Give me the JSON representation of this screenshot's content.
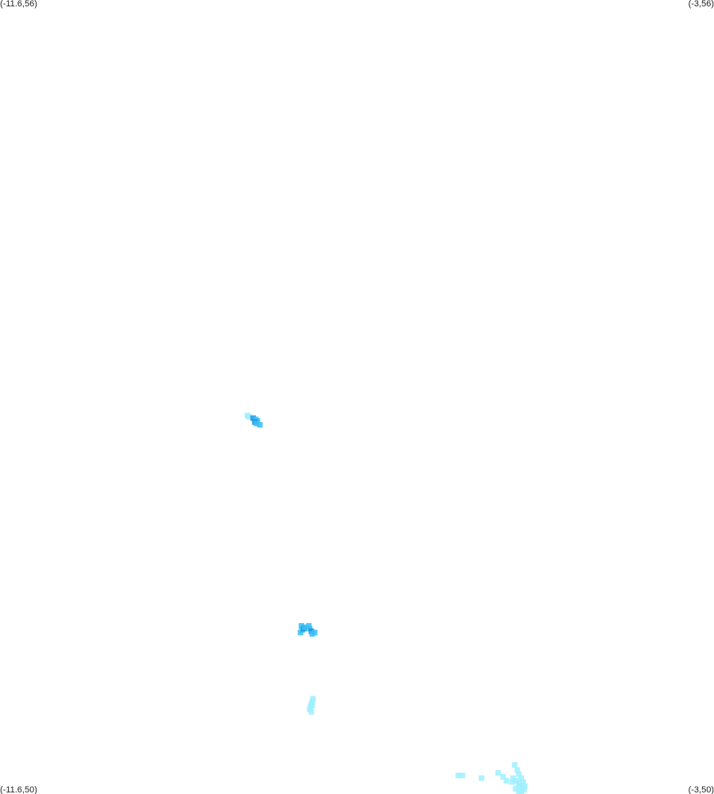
{
  "corners": {
    "top_left": "(-11.6,56)",
    "top_right": "(-3,56)",
    "bottom_left": "(-11.6,50)",
    "bottom_right": "(-3,50)"
  },
  "extent": {
    "lon_min": -11.6,
    "lon_max": -3,
    "lat_min": 50,
    "lat_max": 56
  },
  "palette": {
    "light": "#9ef0ff",
    "medium": "#38c0f2",
    "dark": "#1a8ee0"
  },
  "chart_data": {
    "type": "scatter",
    "xlabel": "",
    "ylabel": "",
    "xlim": [
      -11.6,
      -3
    ],
    "ylim": [
      50,
      56
    ],
    "clusters": [
      {
        "points": [
          {
            "lon": -8.62,
            "lat": 52.86,
            "level": "light"
          },
          {
            "lon": -8.6,
            "lat": 52.85,
            "level": "light"
          },
          {
            "lon": -8.55,
            "lat": 52.84,
            "level": "dark"
          },
          {
            "lon": -8.52,
            "lat": 52.83,
            "level": "medium"
          },
          {
            "lon": -8.5,
            "lat": 52.82,
            "level": "medium"
          },
          {
            "lon": -8.53,
            "lat": 52.81,
            "level": "dark"
          },
          {
            "lon": -8.51,
            "lat": 52.8,
            "level": "medium"
          },
          {
            "lon": -8.47,
            "lat": 52.79,
            "level": "medium"
          }
        ]
      },
      {
        "points": [
          {
            "lon": -7.97,
            "lat": 51.27,
            "level": "medium"
          },
          {
            "lon": -7.96,
            "lat": 51.24,
            "level": "medium"
          },
          {
            "lon": -7.98,
            "lat": 51.22,
            "level": "medium"
          },
          {
            "lon": -7.94,
            "lat": 51.25,
            "level": "dark"
          },
          {
            "lon": -7.93,
            "lat": 51.26,
            "level": "medium"
          },
          {
            "lon": -7.88,
            "lat": 51.27,
            "level": "medium"
          },
          {
            "lon": -7.87,
            "lat": 51.25,
            "level": "medium"
          },
          {
            "lon": -7.85,
            "lat": 51.23,
            "level": "dark"
          },
          {
            "lon": -7.84,
            "lat": 51.21,
            "level": "medium"
          },
          {
            "lon": -7.81,
            "lat": 51.22,
            "level": "medium"
          }
        ]
      },
      {
        "points": [
          {
            "lon": -7.83,
            "lat": 50.72,
            "level": "light"
          },
          {
            "lon": -7.84,
            "lat": 50.7,
            "level": "light"
          },
          {
            "lon": -7.85,
            "lat": 50.68,
            "level": "light"
          },
          {
            "lon": -7.86,
            "lat": 50.66,
            "level": "light"
          },
          {
            "lon": -7.87,
            "lat": 50.64,
            "level": "light"
          },
          {
            "lon": -7.85,
            "lat": 50.62,
            "level": "light"
          },
          {
            "lon": -7.84,
            "lat": 50.67,
            "level": "light"
          }
        ]
      },
      {
        "points": [
          {
            "lon": -5.4,
            "lat": 50.22,
            "level": "light"
          },
          {
            "lon": -5.37,
            "lat": 50.18,
            "level": "light"
          },
          {
            "lon": -5.35,
            "lat": 50.15,
            "level": "light"
          },
          {
            "lon": -5.42,
            "lat": 50.12,
            "level": "light"
          },
          {
            "lon": -5.38,
            "lat": 50.1,
            "level": "light"
          },
          {
            "lon": -5.35,
            "lat": 50.08,
            "level": "light"
          },
          {
            "lon": -5.32,
            "lat": 50.12,
            "level": "light"
          },
          {
            "lon": -5.3,
            "lat": 50.09,
            "level": "light"
          },
          {
            "lon": -5.34,
            "lat": 50.06,
            "level": "light"
          },
          {
            "lon": -5.31,
            "lat": 50.04,
            "level": "light"
          },
          {
            "lon": -5.35,
            "lat": 50.02,
            "level": "light"
          },
          {
            "lon": -5.32,
            "lat": 50.0,
            "level": "light"
          },
          {
            "lon": -5.29,
            "lat": 50.03,
            "level": "light"
          },
          {
            "lon": -5.28,
            "lat": 50.06,
            "level": "light"
          },
          {
            "lon": -5.39,
            "lat": 50.04,
            "level": "light"
          },
          {
            "lon": -5.5,
            "lat": 50.1,
            "level": "light"
          },
          {
            "lon": -5.54,
            "lat": 50.13,
            "level": "light"
          },
          {
            "lon": -5.6,
            "lat": 50.16,
            "level": "light"
          },
          {
            "lon": -5.8,
            "lat": 50.12,
            "level": "light"
          },
          {
            "lon": -6.03,
            "lat": 50.14,
            "level": "light"
          },
          {
            "lon": -6.08,
            "lat": 50.14,
            "level": "light"
          },
          {
            "lon": -5.43,
            "lat": 50.09,
            "level": "light"
          }
        ]
      }
    ]
  }
}
